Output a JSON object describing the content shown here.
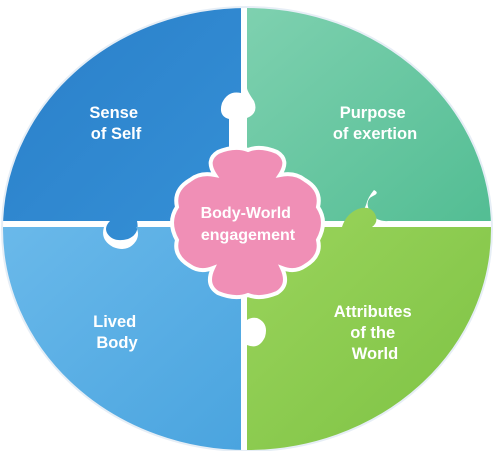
{
  "diagram": {
    "quadrants": {
      "top_left": {
        "lines": [
          "Sense",
          "of Self"
        ],
        "color": "#2f86cf"
      },
      "top_right": {
        "lines": [
          "Purpose",
          "of exertion"
        ],
        "color": "#63c6a0"
      },
      "bottom_left": {
        "lines": [
          "Lived",
          "Body"
        ],
        "color": "#5ab0e6"
      },
      "bottom_right": {
        "lines": [
          "Attributes",
          "of the",
          "World"
        ],
        "color": "#86c94e"
      }
    },
    "center": {
      "lines": [
        "Body-World",
        "engagement"
      ],
      "color": "#f08fb6"
    }
  }
}
